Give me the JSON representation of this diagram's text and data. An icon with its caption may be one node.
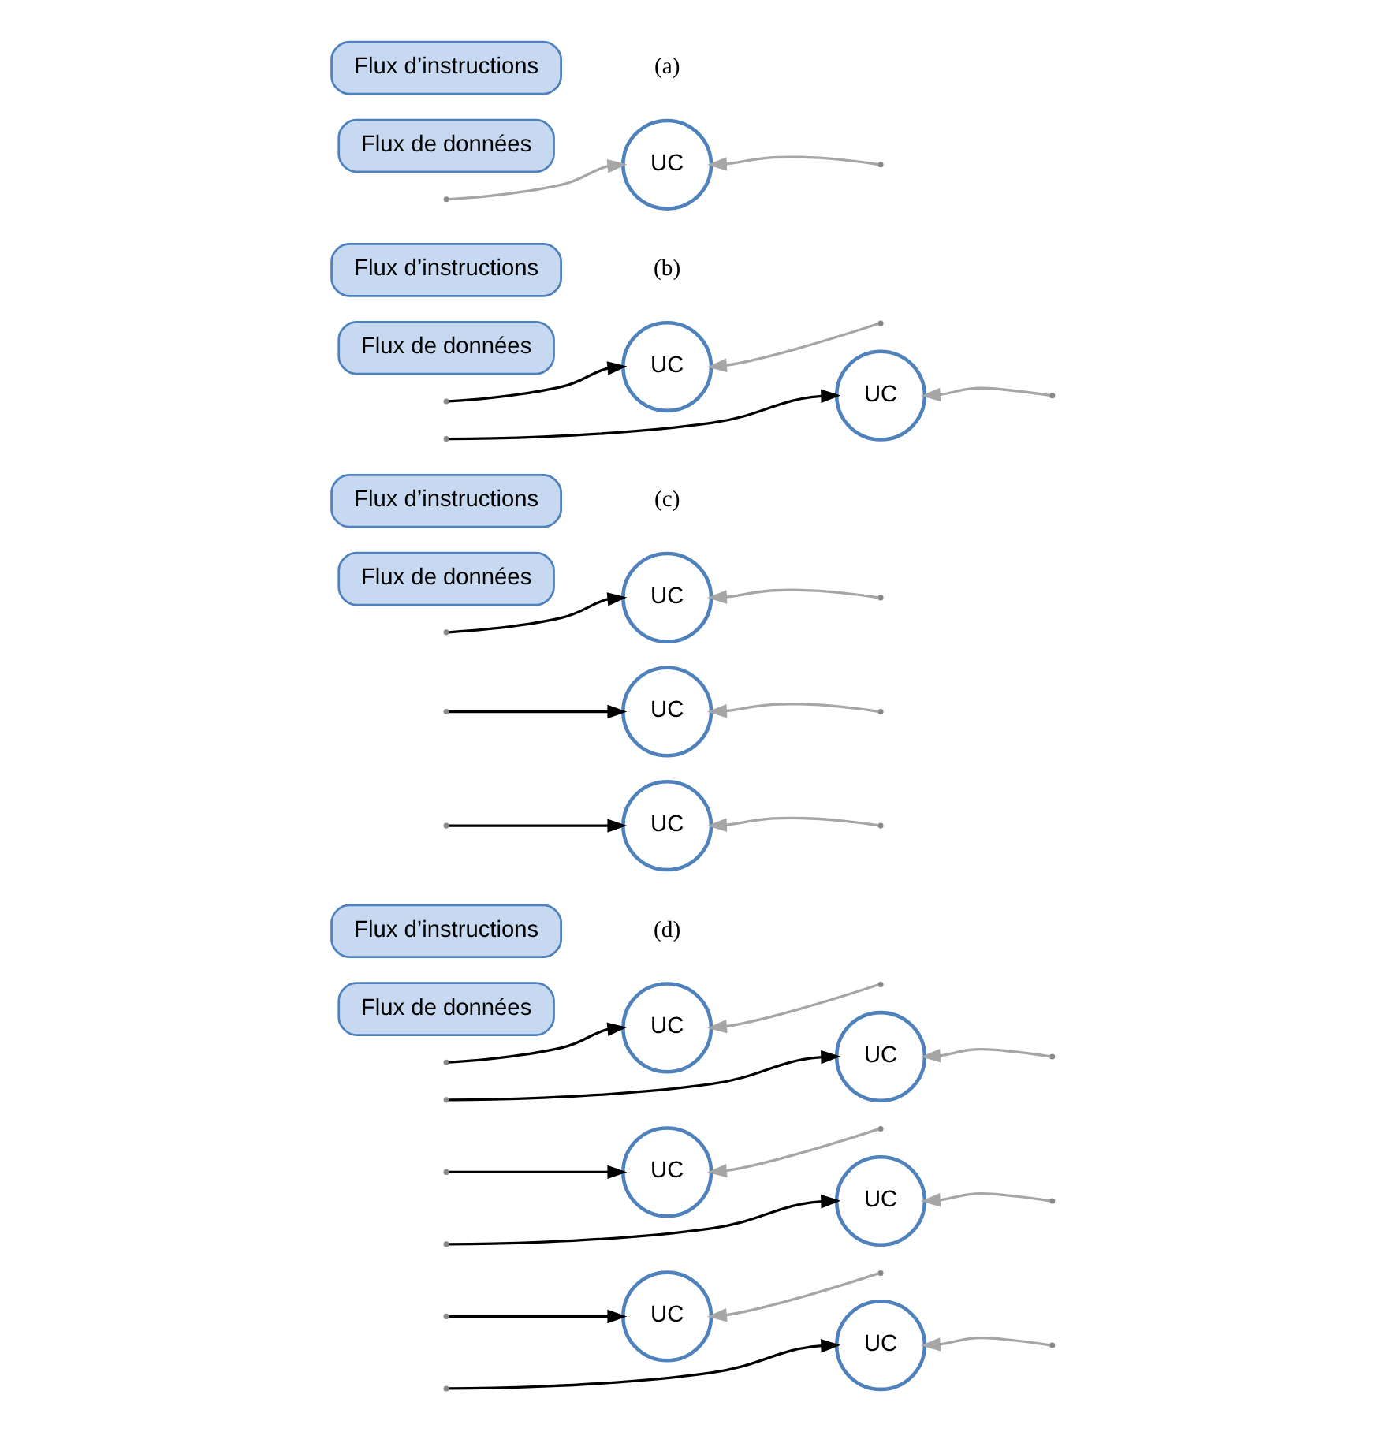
{
  "diagram": {
    "nodes": [
      {
        "text": [
          "Flux d’instructions"
        ]
      },
      {
        "text": [
          "Flux de données"
        ]
      },
      {
        "text": [
          "UC"
        ]
      },
      {
        "text": [
          "Flux d’instructions"
        ]
      },
      {
        "text": [
          "Flux de données"
        ]
      },
      {
        "text": [
          "UC"
        ]
      },
      {
        "text": [
          "UC"
        ]
      },
      {
        "text": [
          "Flux d’instructions"
        ]
      },
      {
        "text": [
          "Flux de données"
        ]
      },
      {
        "text": [
          "UC"
        ]
      },
      {
        "text": [
          "UC"
        ]
      },
      {
        "text": [
          "UC"
        ]
      },
      {
        "text": [
          "Flux d’instructions"
        ]
      },
      {
        "text": [
          "Flux de données"
        ]
      },
      {
        "text": [
          "UC"
        ]
      },
      {
        "text": [
          "UC"
        ]
      },
      {
        "text": [
          "UC"
        ]
      },
      {
        "text": [
          "UC"
        ]
      },
      {
        "text": [
          "UC"
        ]
      },
      {
        "text": [
          "UC"
        ]
      }
    ],
    "edges": [
      {
        "from": null,
        "to": 2,
        "arrow": "to"
      },
      {
        "from": null,
        "to": 2,
        "arrow": "to"
      },
      {
        "from": null,
        "to": 5,
        "arrow": "to",
        "color": "#000000"
      },
      {
        "from": null,
        "to": 6,
        "arrow": "to",
        "color": "#000000"
      },
      {
        "from": null,
        "to": 5,
        "arrow": "to"
      },
      {
        "from": null,
        "to": 6,
        "arrow": "to"
      },
      {
        "from": null,
        "to": 9,
        "arrow": "to",
        "color": "#000000"
      },
      {
        "from": null,
        "to": 10,
        "arrow": "to",
        "color": "#000000"
      },
      {
        "from": null,
        "to": 11,
        "arrow": "to",
        "color": "#000000"
      },
      {
        "from": null,
        "to": 9,
        "arrow": "to"
      },
      {
        "from": null,
        "to": 10,
        "arrow": "to"
      },
      {
        "from": null,
        "to": 11,
        "arrow": "to"
      },
      {
        "from": null,
        "to": 14,
        "arrow": "to",
        "color": "#000000"
      },
      {
        "from": null,
        "to": 15,
        "arrow": "to",
        "color": "#000000"
      },
      {
        "from": null,
        "to": 16,
        "arrow": "to",
        "color": "#000000"
      },
      {
        "from": null,
        "to": 17,
        "arrow": "to",
        "color": "#000000"
      },
      {
        "from": null,
        "to": 18,
        "arrow": "to",
        "color": "#000000"
      },
      {
        "from": null,
        "to": 19,
        "arrow": "to",
        "color": "#000000"
      },
      {
        "from": null,
        "to": 14,
        "arrow": "to"
      },
      {
        "from": null,
        "to": 16,
        "arrow": "to"
      },
      {
        "from": null,
        "to": 18,
        "arrow": "to"
      },
      {
        "from": null,
        "to": 15,
        "arrow": "to"
      },
      {
        "from": null,
        "to": 17,
        "arrow": "to"
      },
      {
        "from": null,
        "to": 19,
        "arrow": "to"
      }
    ],
    "labels": [
      "(a)",
      "(b)",
      "(c)",
      "(d)"
    ]
  }
}
